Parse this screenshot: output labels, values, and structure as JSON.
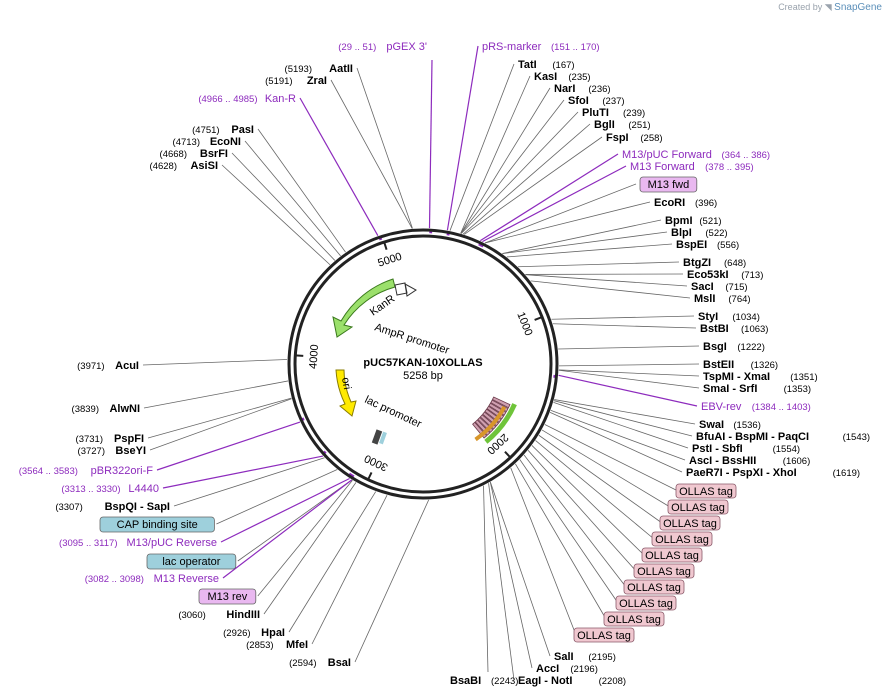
{
  "brand": {
    "created_by": "Created by",
    "app": "SnapGene"
  },
  "plasmid": {
    "name": "pUC57KAN-10XOLLAS",
    "size_label": "5258 bp",
    "length": 5258
  },
  "ticks": [
    "1000",
    "2000",
    "3000",
    "4000",
    "5000"
  ],
  "colors": {
    "enzyme": "#000000",
    "primer": "#8d2bbd",
    "line": "#666666",
    "kan": "#9be06b",
    "ori": "#ffea00",
    "ollas": "#cfa0b0",
    "ollas_text_bg": "#f0c8d0",
    "blue_box": "#9ed0dc",
    "primer_box": "#e9b8f0"
  },
  "features": {
    "kanr": "KanR",
    "ampr_promoter": "AmpR promoter",
    "ori": "ori",
    "lac_promoter": "lac promoter"
  },
  "labels": {
    "right": [
      {
        "kind": "primer",
        "name": "pRS-marker",
        "pos": "(151 .. 170)"
      },
      {
        "kind": "enzyme",
        "name": "TatI",
        "pos": "(167)"
      },
      {
        "kind": "enzyme",
        "name": "KasI",
        "pos": "(235)"
      },
      {
        "kind": "enzyme",
        "name": "NarI",
        "pos": "(236)"
      },
      {
        "kind": "enzyme",
        "name": "SfoI",
        "pos": "(237)"
      },
      {
        "kind": "enzyme",
        "name": "PluTI",
        "pos": "(239)"
      },
      {
        "kind": "enzyme",
        "name": "BglI",
        "pos": "(251)"
      },
      {
        "kind": "enzyme",
        "name": "FspI",
        "pos": "(258)"
      },
      {
        "kind": "primer",
        "name": "M13/pUC Forward",
        "pos": "(364 .. 386)"
      },
      {
        "kind": "primer",
        "name": "M13 Forward",
        "pos": "(378 .. 395)"
      },
      {
        "kind": "pbox",
        "name": "M13 fwd",
        "pos": ""
      },
      {
        "kind": "enzyme",
        "name": "EcoRI",
        "pos": "(396)"
      },
      {
        "kind": "enzyme",
        "name": "BpmI",
        "pos": "(521)"
      },
      {
        "kind": "enzyme",
        "name": "BlpI",
        "pos": "(522)"
      },
      {
        "kind": "enzyme",
        "name": "BspEI",
        "pos": "(556)"
      },
      {
        "kind": "enzyme",
        "name": "BtgZI",
        "pos": "(648)"
      },
      {
        "kind": "enzyme",
        "name": "Eco53kI",
        "pos": "(713)"
      },
      {
        "kind": "enzyme",
        "name": "SacI",
        "pos": "(715)"
      },
      {
        "kind": "enzyme",
        "name": "MslI",
        "pos": "(764)"
      },
      {
        "kind": "enzyme",
        "name": "StyI",
        "pos": "(1034)"
      },
      {
        "kind": "enzyme",
        "name": "BstBI",
        "pos": "(1063)"
      },
      {
        "kind": "enzyme",
        "name": "BsgI",
        "pos": "(1222)"
      },
      {
        "kind": "enzyme",
        "name": "BstEII",
        "pos": "(1326)"
      },
      {
        "kind": "enzyme",
        "name": "TspMI - XmaI",
        "pos": "(1351)"
      },
      {
        "kind": "enzyme",
        "name": "SmaI - SrfI",
        "pos": "(1353)"
      },
      {
        "kind": "primer",
        "name": "EBV-rev",
        "pos": "(1384 .. 1403)"
      },
      {
        "kind": "enzyme",
        "name": "SwaI",
        "pos": "(1536)"
      },
      {
        "kind": "enzyme",
        "name": "BfuAI - BspMI - PaqCI",
        "pos": "(1543)"
      },
      {
        "kind": "enzyme",
        "name": "PstI - SbfI",
        "pos": "(1554)"
      },
      {
        "kind": "enzyme",
        "name": "AscI - BssHII",
        "pos": "(1606)"
      },
      {
        "kind": "enzyme",
        "name": "PaeR7I - PspXI - XhoI",
        "pos": "(1619)"
      }
    ],
    "ollas": [
      "OLLAS tag",
      "OLLAS tag",
      "OLLAS tag",
      "OLLAS tag",
      "OLLAS tag",
      "OLLAS tag",
      "OLLAS tag",
      "OLLAS tag",
      "OLLAS tag",
      "OLLAS tag"
    ],
    "bottom": [
      {
        "kind": "enzyme",
        "name": "SalI",
        "pos": "(2195)"
      },
      {
        "kind": "enzyme",
        "name": "AccI",
        "pos": "(2196)"
      },
      {
        "kind": "enzyme",
        "name": "EagI - NotI",
        "pos": "(2208)"
      },
      {
        "kind": "enzyme",
        "name": "BsaBI",
        "pos": "(2243)"
      }
    ],
    "left": [
      {
        "kind": "primer",
        "name": "pGEX 3'",
        "pos": "(29 .. 51)"
      },
      {
        "kind": "enzyme",
        "name": "AatII",
        "pos": "(5193)"
      },
      {
        "kind": "enzyme",
        "name": "ZraI",
        "pos": "(5191)"
      },
      {
        "kind": "primer",
        "name": "Kan-R",
        "pos": "(4966 .. 4985)"
      },
      {
        "kind": "enzyme",
        "name": "PasI",
        "pos": "(4751)"
      },
      {
        "kind": "enzyme",
        "name": "EcoNI",
        "pos": "(4713)"
      },
      {
        "kind": "enzyme",
        "name": "BsrFI",
        "pos": "(4668)"
      },
      {
        "kind": "enzyme",
        "name": "AsiSI",
        "pos": "(4628)"
      },
      {
        "kind": "enzyme",
        "name": "AcuI",
        "pos": "(3971)"
      },
      {
        "kind": "enzyme",
        "name": "AlwNI",
        "pos": "(3839)"
      },
      {
        "kind": "enzyme",
        "name": "PspFI",
        "pos": "(3731)"
      },
      {
        "kind": "enzyme",
        "name": "BseYI",
        "pos": "(3727)"
      },
      {
        "kind": "primer",
        "name": "pBR322ori-F",
        "pos": "(3564 .. 3583)"
      },
      {
        "kind": "primer",
        "name": "L4440",
        "pos": "(3313 .. 3330)"
      },
      {
        "kind": "enzyme",
        "name": "BspQI - SapI",
        "pos": "(3307)"
      },
      {
        "kind": "bbox",
        "name": "CAP binding site",
        "pos": ""
      },
      {
        "kind": "primer",
        "name": "M13/pUC Reverse",
        "pos": "(3095 .. 3117)"
      },
      {
        "kind": "bbox",
        "name": "lac operator",
        "pos": ""
      },
      {
        "kind": "primer",
        "name": "M13 Reverse",
        "pos": "(3082 .. 3098)"
      },
      {
        "kind": "pbox",
        "name": "M13 rev",
        "pos": ""
      },
      {
        "kind": "enzyme",
        "name": "HindIII",
        "pos": "(3060)"
      },
      {
        "kind": "enzyme",
        "name": "HpaI",
        "pos": "(2926)"
      },
      {
        "kind": "enzyme",
        "name": "MfeI",
        "pos": "(2853)"
      },
      {
        "kind": "enzyme",
        "name": "BsaI",
        "pos": "(2594)"
      }
    ]
  }
}
